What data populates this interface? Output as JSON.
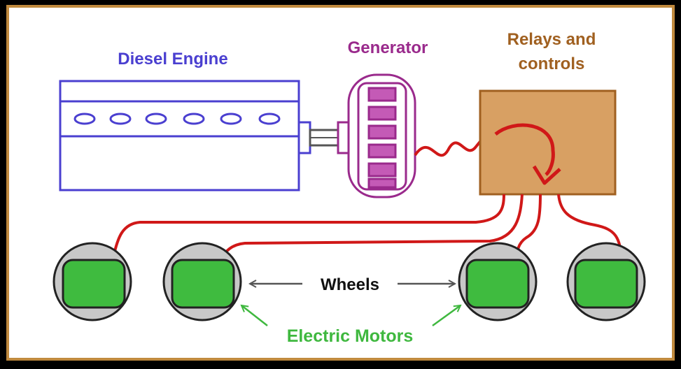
{
  "labels": {
    "engine": "Diesel Engine",
    "generator": "Generator",
    "relays_line1": "Relays and",
    "relays_line2": "controls",
    "wheels": "Wheels",
    "motors": "Electric Motors"
  },
  "colors": {
    "background": "#000000",
    "panel": "#ffffff",
    "panel_border": "#c08a3e",
    "engine": "#4a3fd0",
    "generator": "#9a2a8c",
    "generator_fill": "#c45ab6",
    "relays": "#a06020",
    "relays_fill": "#d8a063",
    "wire": "#d01818",
    "wheel": "#c8c8c8",
    "motor": "#4caf37",
    "motor_fill": "#3fbb3f",
    "motors_label": "#3fb83f",
    "arrow": "#555555"
  }
}
